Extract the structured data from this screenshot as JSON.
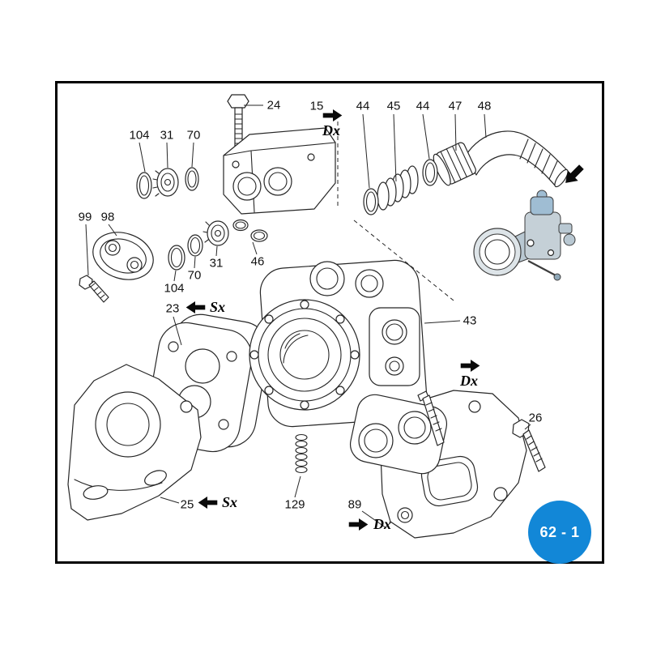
{
  "badge": {
    "text": "62 - 1",
    "background": "#1287d7",
    "text_color": "#ffffff"
  },
  "labels": {
    "l24": "24",
    "l15": "15",
    "l44a": "44",
    "l45": "45",
    "l44b": "44",
    "l47": "47",
    "l48": "48",
    "l104a": "104",
    "l31a": "31",
    "l70a": "70",
    "l99": "99",
    "l98": "98",
    "l104b": "104",
    "l70b": "70",
    "l31b": "31",
    "l46": "46",
    "l23": "23",
    "l43": "43",
    "l26": "26",
    "l25": "25",
    "l129": "129",
    "l89": "89"
  },
  "directions": {
    "dx": "Dx",
    "sx": "Sx"
  },
  "colors": {
    "line": "#262626",
    "badge_blue": "#1287d7",
    "carburetor_body": "#c5d0d7",
    "carburetor_cap": "#9fbdd3",
    "carburetor_neck": "#b9c8d2"
  },
  "icons": {
    "dx_arrow": "solid-right-arrow",
    "sx_arrow": "solid-left-arrow",
    "insert_direction_arrow": "solid-diagonal-arrow"
  }
}
